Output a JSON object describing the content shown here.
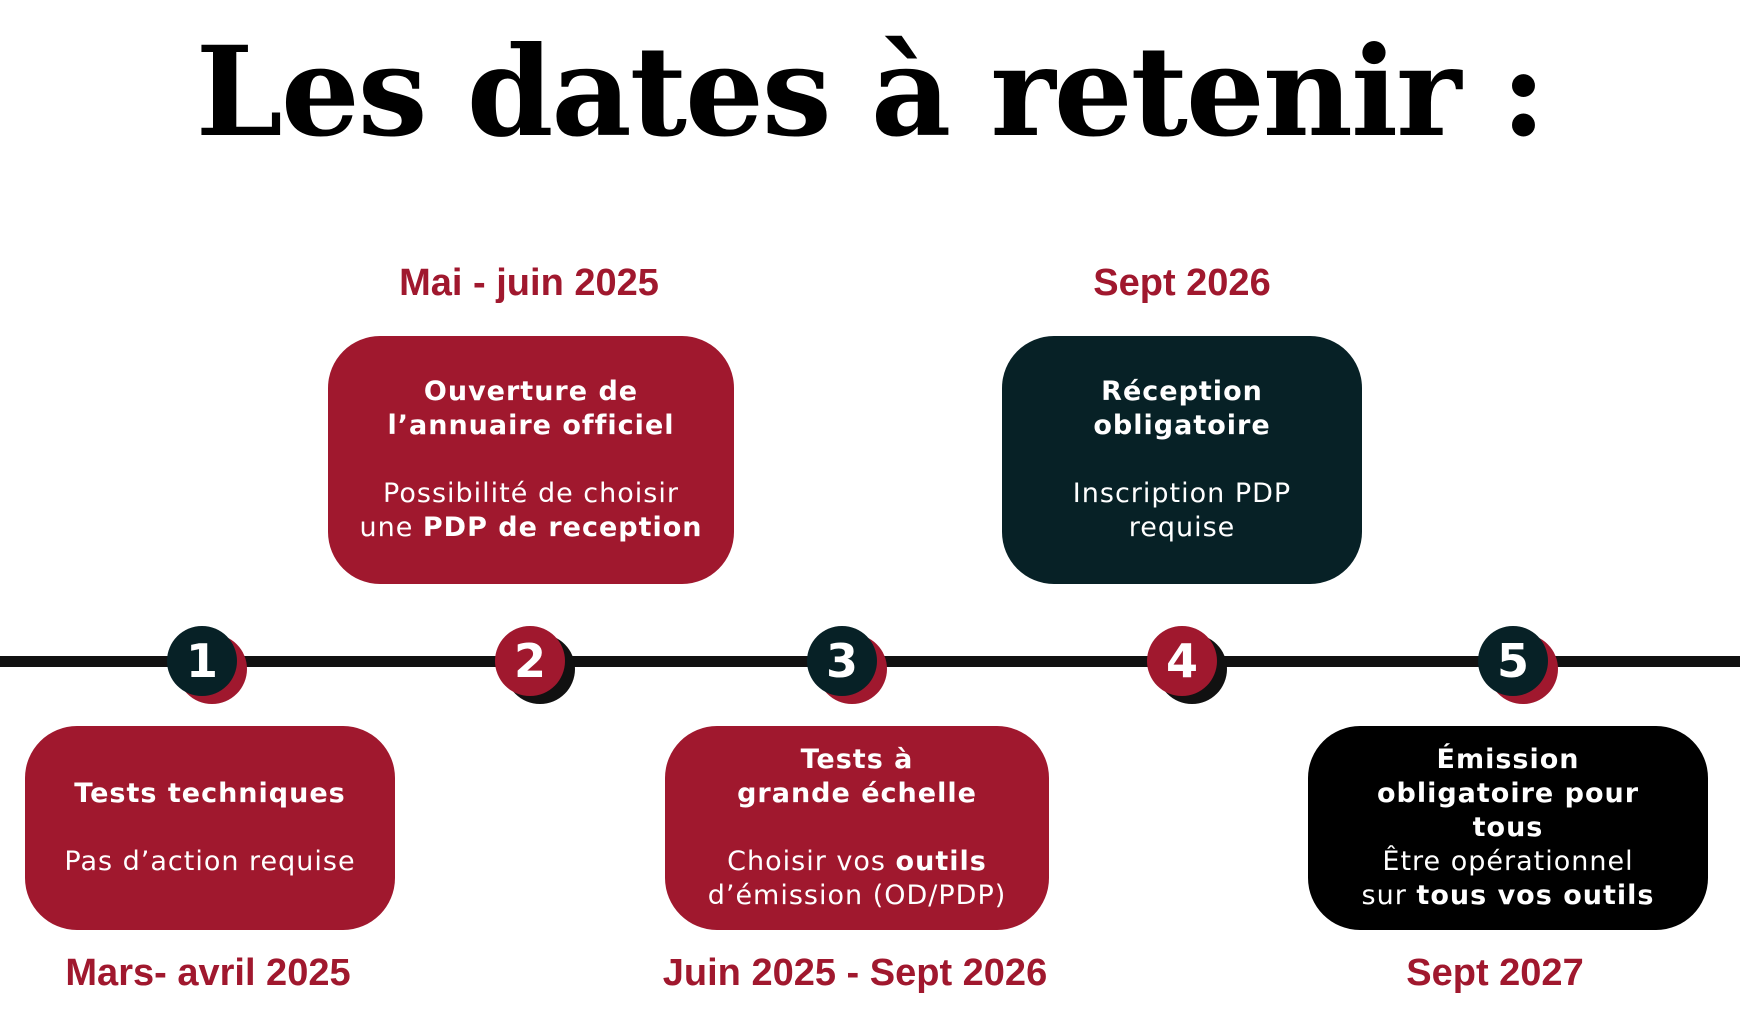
{
  "title": "Les dates à retenir :",
  "colors": {
    "red": "#a0182e",
    "dark_teal": "#072126",
    "black": "#000000"
  },
  "steps": [
    {
      "number": "1",
      "date": "Mars- avril 2025",
      "card_title": "Tests techniques",
      "desc_plain": "Pas d’action requise",
      "desc_bold": ""
    },
    {
      "number": "2",
      "date": "Mai - juin 2025",
      "card_title_line1": "Ouverture de",
      "card_title_line2": "l’annuaire officiel",
      "desc_line1": "Possibilité de choisir",
      "desc_line2_plain": "une ",
      "desc_line2_bold": "PDP de reception"
    },
    {
      "number": "3",
      "date": "Juin 2025 - Sept 2026",
      "card_title_line1": "Tests à",
      "card_title_line2": "grande échelle",
      "desc_line1_plain": "Choisir vos ",
      "desc_line1_bold": "outils",
      "desc_line2": "d’émission (OD/PDP)"
    },
    {
      "number": "4",
      "date": "Sept 2026",
      "card_title_line1": "Réception",
      "card_title_line2": "obligatoire",
      "desc_line1": "Inscription PDP",
      "desc_line2": "requise"
    },
    {
      "number": "5",
      "date": "Sept 2027",
      "card_title_line1": "Émission",
      "card_title_line2": "obligatoire pour",
      "card_title_line3": "tous",
      "desc_line1": "Être opérationnel",
      "desc_line2_plain": "sur ",
      "desc_line2_bold": "tous vos outils"
    }
  ]
}
